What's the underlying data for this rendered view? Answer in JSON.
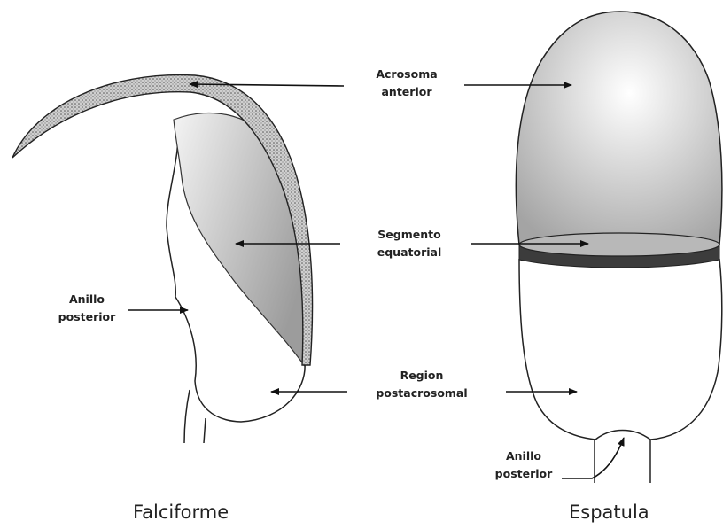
{
  "labels": {
    "acrosoma": [
      "Acrosoma",
      "anterior"
    ],
    "segmento": [
      "Segmento",
      "equatorial"
    ],
    "anillo_left": [
      "Anillo",
      "posterior"
    ],
    "region": [
      "Region",
      "postacrosomal"
    ],
    "anillo_right": [
      "Anillo",
      "posterior"
    ]
  },
  "captions": {
    "left": "Falciforme",
    "right": "Espatula"
  }
}
